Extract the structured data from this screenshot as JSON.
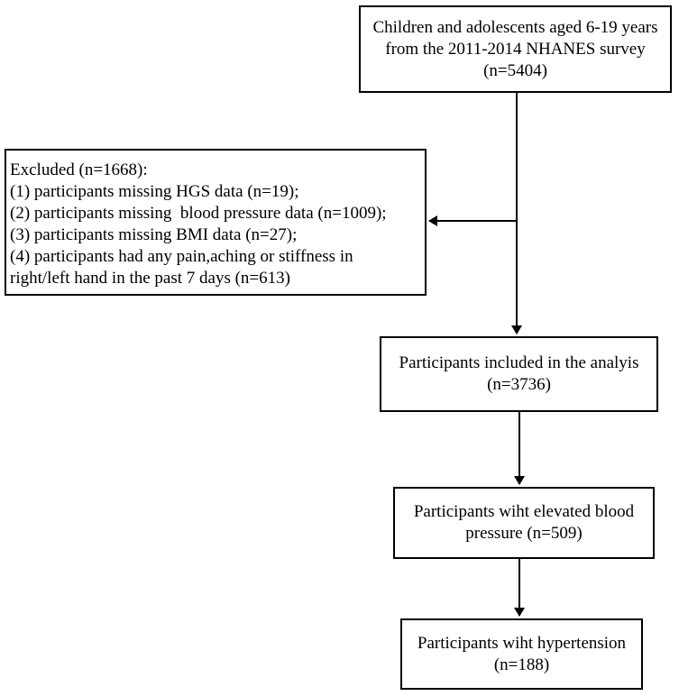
{
  "flowchart": {
    "start": {
      "lines": [
        "Children and adolescents aged 6-19 years",
        "from the 2011-2014 NHANES survey",
        "(n=5404)"
      ]
    },
    "excluded": {
      "lines": [
        "Excluded (n=1668):",
        "(1) participants missing HGS data (n=19);",
        "(2) participants missing  blood pressure data (n=1009);",
        "(3) participants missing BMI data (n=27);",
        "(4) participants had any pain,aching or stiffness in",
        "right/left hand in the past 7 days (n=613)"
      ]
    },
    "included": {
      "lines": [
        "Participants included in the analyis",
        "(n=3736)"
      ]
    },
    "elevated": {
      "lines": [
        "Participants wiht elevated blood",
        "pressure (n=509)"
      ]
    },
    "hypertension": {
      "lines": [
        "Participants wiht hypertension",
        "(n=188)"
      ]
    }
  }
}
